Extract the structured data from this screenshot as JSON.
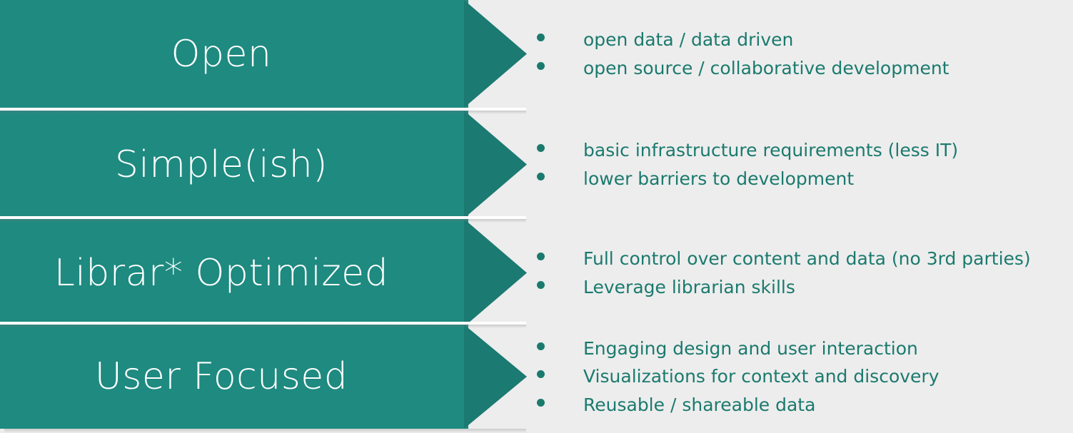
{
  "theme": {
    "arrow_body_color": "#1e8a80",
    "arrow_head_color": "#1b7a72",
    "background_color": "#ededed",
    "label_color": "#ffffff",
    "bullet_color": "#1b7a6e",
    "separator_color": "#ffffff"
  },
  "rows": [
    {
      "label": "Open",
      "bullets": [
        "open data / data driven",
        "open source / collaborative development"
      ]
    },
    {
      "label": "Simple(ish)",
      "bullets": [
        "basic infrastructure requirements (less IT)",
        "lower barriers to development"
      ]
    },
    {
      "label": "Librar* Optimized",
      "bullets": [
        "Full control over content and data (no 3rd parties)",
        "Leverage librarian skills"
      ]
    },
    {
      "label": "User Focused",
      "bullets": [
        "Engaging design and user interaction",
        "Visualizations for context and discovery",
        "Reusable / shareable data"
      ]
    }
  ]
}
